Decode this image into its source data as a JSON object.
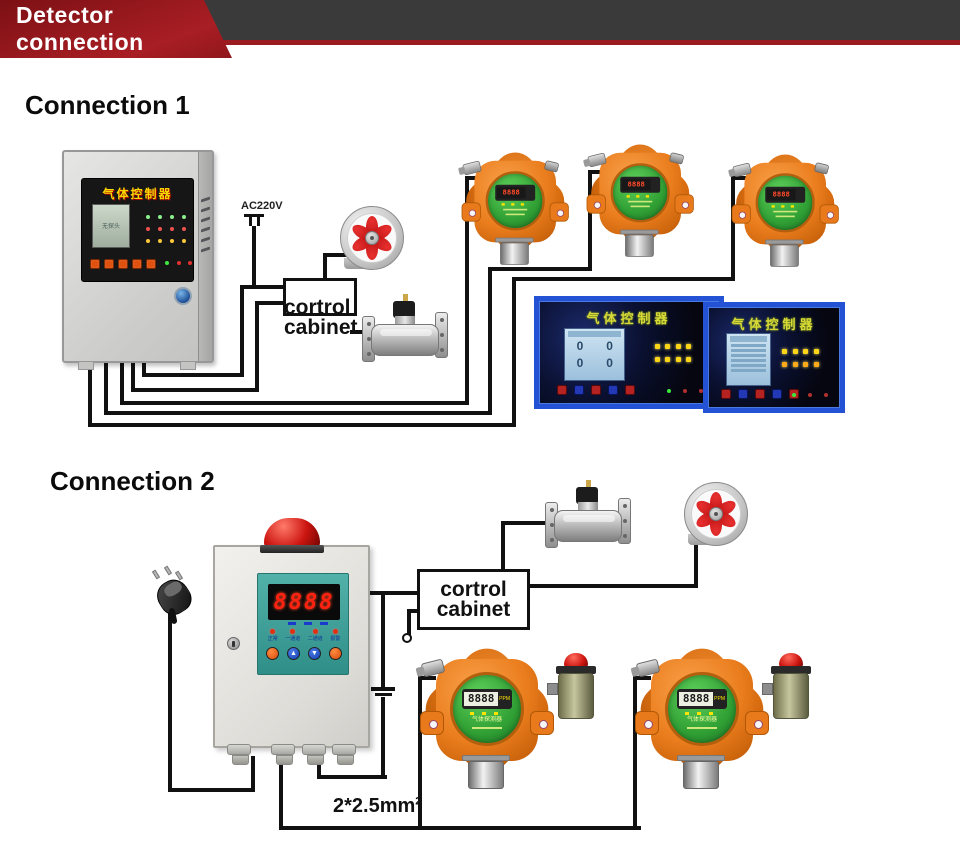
{
  "header": {
    "title": "Detector connection"
  },
  "section1": {
    "title": "Connection 1"
  },
  "section2": {
    "title": "Connection 2"
  },
  "labels": {
    "power": "AC220V",
    "cabinet_line1": "cortrol",
    "cabinet_line2": "cabinet",
    "wire_spec_base": "2*2.5mm",
    "wire_spec_exp": "2"
  },
  "controller1": {
    "title": "气体控制器",
    "lcd_text": "无探头"
  },
  "blue_panel1": {
    "title": "气体控制器",
    "lcd_values": [
      "0",
      "0",
      "0",
      "0"
    ]
  },
  "blue_panel2": {
    "title": "气体控制器"
  },
  "controller2": {
    "display": "8888",
    "led_labels": [
      "正常",
      "一通道",
      "二通道",
      "报警"
    ]
  },
  "detector": {
    "display": "8888",
    "unit": "PPM",
    "label": "气体探测器"
  },
  "icons": {
    "up": "▲",
    "down": "▼"
  },
  "colors": {
    "banner_red": "#9a1b20",
    "strip_dark": "#3b3a3a",
    "wire_black": "#111111",
    "detector_orange": "#e8791d",
    "detector_face_green": "#2f9e33",
    "panel_blue_frame": "#2353d4",
    "controller2_teal": "#3aa49c",
    "display_red": "#ff2211",
    "title_yellow": "#f5d800"
  }
}
